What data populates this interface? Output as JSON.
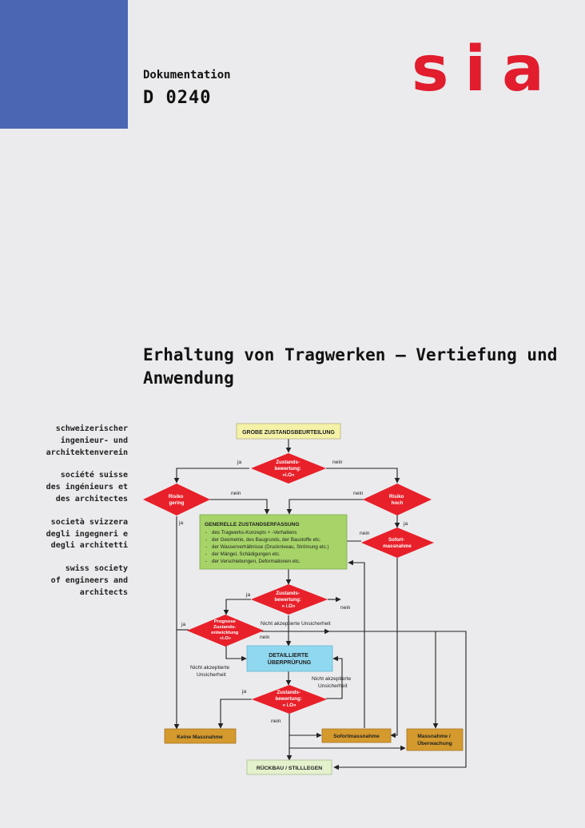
{
  "header": {
    "doc_label": "Dokumentation",
    "doc_number": "D 0240",
    "logo_text": "sia",
    "logo_color": "#e11d2e",
    "block_color": "#4b67b4"
  },
  "title": "Erhaltung von Tragwerken – Vertiefung und Anwendung",
  "societies": [
    "schweizerischer\ningenieur- und\narchitektenverein",
    "société suisse\ndes ingénieurs et\ndes architectes",
    "società svizzera\ndegli ingegneri e\ndegli architetti",
    "swiss society\nof engineers and\narchitects"
  ],
  "flowchart": {
    "grobe": "GROBE ZUSTANDSBEURTEILUNG",
    "d1": [
      "Zustands-",
      "bewertung:",
      "«i.O»"
    ],
    "risk_low": [
      "Risiko",
      "gering"
    ],
    "risk_high": [
      "Risiko",
      "hoch"
    ],
    "sofort_dia": [
      "Sofort-",
      "massnahme"
    ],
    "generelle_title": "GENERELLE ZUSTANDSERFASSUNG",
    "generelle_items": [
      "des Tragwerks-Konzepts + -Verhaltens",
      "der Geometrie, des Baugrunds, der Baustoffe etc.",
      "der Wasserverhältnisse (Druckniveau, Strömung etc.)",
      "der Mängel, Schädigungen etc.",
      "der Verschiebungen, Deformationen etc."
    ],
    "d2": [
      "Zustands-",
      "bewertung:",
      "» i.O»"
    ],
    "prognose": [
      "Prognose",
      "Zustands-",
      "entwicklung",
      "«i.O»"
    ],
    "detail": [
      "DETAILLIERTE",
      "ÜBERPRÜFUNG"
    ],
    "d3": [
      "Zustands-",
      "bewertung:",
      "» i.O»"
    ],
    "keine": "Keine Massnahme",
    "sofortmassnahme": "Sofortmassnahme",
    "ueberwachung": [
      "Massnahme /",
      "Überwachung"
    ],
    "rueckbau": "RÜCKBAU / STILLLEGEN",
    "labels": {
      "ja": "ja",
      "nein": "nein",
      "nicht_akz": "Nicht akzeptierte Unsicherheit",
      "nicht_akz_l1": "Nicht akzeptierte",
      "nicht_akz_l2": "Unsicherheit",
      "nicht_akz_r1": "Nicht akzeptierte",
      "nicht_akz_r2": "Unsicherheit"
    },
    "colors": {
      "decision": "#e8202a",
      "start_box": "#f5f2a8",
      "generelle_box": "#a6d468",
      "detail_box": "#8fd8ef",
      "action_box": "#d49a2e",
      "end_box": "#e3f1cd"
    }
  }
}
